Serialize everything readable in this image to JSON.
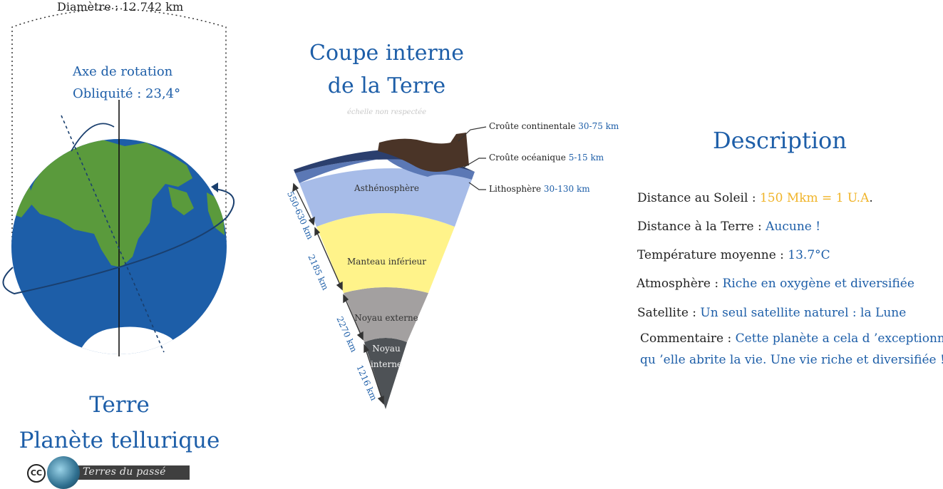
{
  "earth": {
    "diameter_label": "Diamètre : 12 742 km",
    "axis_title": "Axe de rotation",
    "obliquity": "Obliquité : 23,4°",
    "title": "Terre",
    "subtitle": "Planète tellurique"
  },
  "section": {
    "title_line1": "Coupe interne",
    "title_line2": "de la Terre",
    "scale_note": "échelle non respectée",
    "layers": {
      "asthenosphere": "Asthénosphère",
      "lower_mantle": "Manteau inférieur",
      "outer_core": "Noyau externe",
      "inner_core_1": "Noyau",
      "inner_core_2": "interne"
    },
    "callouts": {
      "continental_label": "Croûte continentale",
      "continental_value": "30-75 km",
      "oceanic_label": "Croûte océanique",
      "oceanic_value": "5-15 km",
      "lithosphere_label": "Lithosphère",
      "lithosphere_value": "30-130 km"
    },
    "depths": [
      "550-630 km",
      "2185 km",
      "2270 km",
      "1216 km"
    ],
    "colors": {
      "crust_continental": "#4a3427",
      "crust_oceanic": "#2b3f6e",
      "lithosphere": "#5b78b5",
      "asthenosphere": "#a7bce8",
      "lower_mantle": "#fff38a",
      "outer_core": "#a3a0a0",
      "inner_core": "#4e5256"
    }
  },
  "description": {
    "title": "Description",
    "rows": [
      {
        "label": "Distance au Soleil : ",
        "value": "150 Mkm = 1 U.A",
        "suffix": "."
      },
      {
        "label": "Distance à la Terre : ",
        "value": "Aucune !"
      },
      {
        "label": "Température moyenne : ",
        "value": "13.7°C"
      },
      {
        "label": "Atmosphère : ",
        "value": "Riche en oxygène et diversifiée"
      },
      {
        "label": "Satellite : ",
        "value": "Un seul satellite naturel : la Lune"
      },
      {
        "label": "Commentaire : ",
        "value": "Cette planète a cela d ’exceptionnel",
        "value_line2": "qu ’elle abrite la vie. Une vie riche et diversifiée !"
      }
    ]
  },
  "badge": {
    "cc": "CC",
    "logo_text": "Terres du passé"
  },
  "colors": {
    "accent": "#1d5ea8",
    "gold": "#f0b429",
    "ocean": "#1d5ea8",
    "land": "#5a9a3c"
  }
}
